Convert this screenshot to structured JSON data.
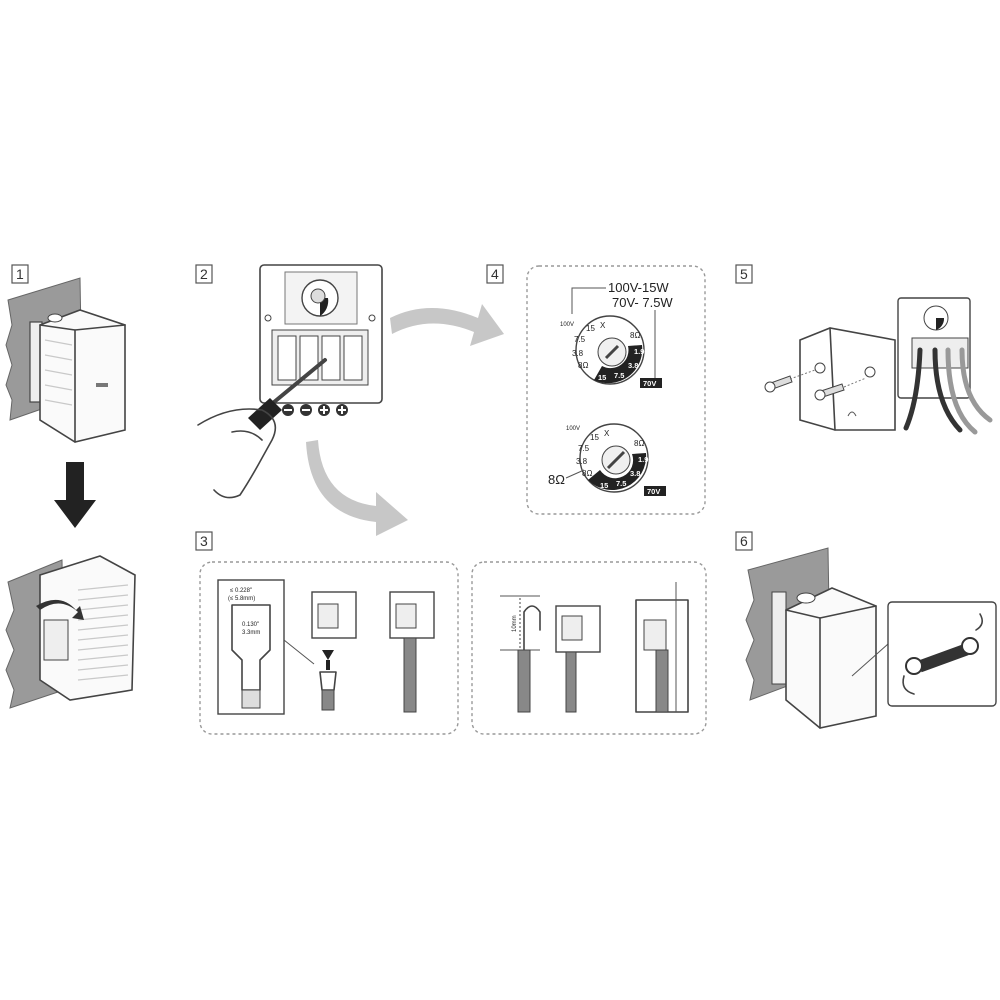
{
  "steps": {
    "s1": "1",
    "s2": "2",
    "s3": "3",
    "s4": "4",
    "s5": "5",
    "s6": "6"
  },
  "dial": {
    "top_line1": "100V-15W",
    "top_line2": "70V-  7.5W",
    "label_100v_top": "100V",
    "label_100v_bottom": "100V",
    "label_70v": "70V",
    "label_8ohm": "8Ω",
    "label_x": "X",
    "ticks_left": [
      "15",
      "7.5",
      "3.8",
      "8Ω"
    ],
    "ticks_right": [
      "8Ω",
      "1.9",
      "3.8",
      "7.5",
      "15"
    ]
  },
  "terminal": {
    "spade_top": "≤ 0.228\"",
    "spade_top_mm": "(≤ 5.8mm)",
    "spade_mid": "0.130\"",
    "spade_mid_mm": "3.3mm",
    "strip_len": "10mm"
  },
  "colors": {
    "wall": "#9a9a9a",
    "flow_arrow": "#c7c7c7",
    "dark_arrow": "#222222"
  }
}
